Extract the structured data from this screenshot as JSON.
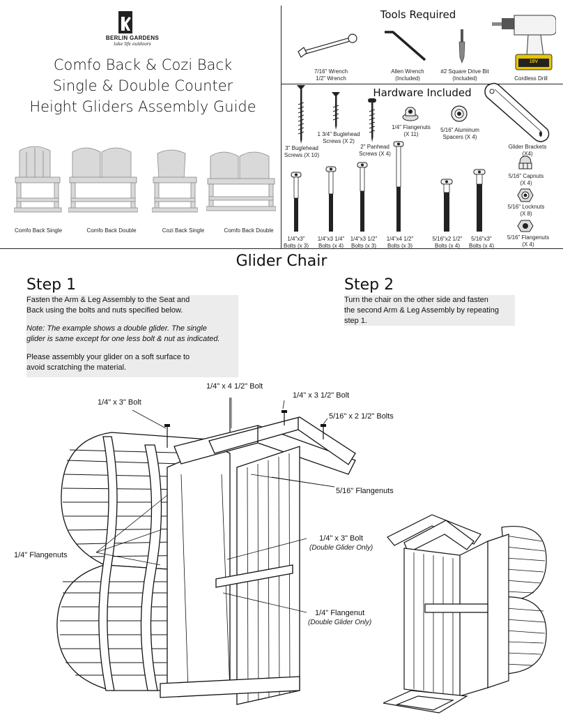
{
  "brand": {
    "name": "BERLIN GARDENS",
    "tagline": "take life outdoors"
  },
  "title": {
    "line1": "Comfo Back & Cozi Back",
    "line2": "Single & Double Counter",
    "line3": "Height Gliders Assembly Guide"
  },
  "models": [
    {
      "label": "Comfo Back Single"
    },
    {
      "label": "Comfo Back Double"
    },
    {
      "label": "Cozi Back Single"
    },
    {
      "label": "Comfo Back Double"
    }
  ],
  "tools": {
    "heading": "Tools Required",
    "items": [
      {
        "line1": "7/16\" Wrench",
        "line2": "1/2\" Wrench"
      },
      {
        "line1": "Allen Wrench",
        "line2": "(Included)"
      },
      {
        "line1": "#2 Square Drive Bit",
        "line2": "(Included)"
      },
      {
        "line1": "Cordless Drill",
        "line2": ""
      }
    ],
    "drill_badge": "18V"
  },
  "hardware": {
    "heading": "Hardware Included",
    "screw_3": {
      "line1": "3\" Buglehead",
      "line2": "Screws (X 10)"
    },
    "screw_134": {
      "line1": "1 3/4\" Buglehead",
      "line2": "Screws (X 2)"
    },
    "screw_2": {
      "line1": "2\" Panhead",
      "line2": "Screws (X 4)"
    },
    "flangenut_14": {
      "line1": "1/4\" Flangenuts",
      "line2": "(X 11)"
    },
    "spacer": {
      "line1": "5/16\" Aluminum",
      "line2": "Spacers (X 4)"
    },
    "bracket": {
      "line1": "Glider Brackets",
      "line2": "(X4)"
    },
    "capnuts": {
      "line1": "5/16\" Capnuts",
      "line2": "(X 4)"
    },
    "locknuts": {
      "line1": "5/16\" Locknuts",
      "line2": "(X 8)"
    },
    "flangenut_516": {
      "line1": "5/16\" Flangenuts",
      "line2": "(X 4)"
    },
    "bolts": [
      {
        "line1": "1/4\"x3\"",
        "line2": "Bolts (x 3)"
      },
      {
        "line1": "1/4\"x3 1/4\"",
        "line2": "Bolts (x 4)"
      },
      {
        "line1": "1/4\"x3 1/2\"",
        "line2": "Bolts (x 3)"
      },
      {
        "line1": "1/4\"x4 1/2\"",
        "line2": "Bolts (x 3)"
      },
      {
        "line1": "5/16\"x2 1/2\"",
        "line2": "Bolts (x 4)"
      },
      {
        "line1": "5/16\"x3\"",
        "line2": "Bolts (x 4)"
      }
    ]
  },
  "section_title": "Glider Chair",
  "step1": {
    "heading": "Step 1",
    "p1a": "Fasten the Arm & Leg Assembly to the Seat and",
    "p1b": "Back using the bolts and nuts specified below.",
    "note_a": "Note: The example shows a double glider. The single",
    "note_b": "glider is same except for one less bolt & nut as indicated.",
    "p3a": "Please assembly your glider on a soft surface to",
    "p3b": "avoid scratching the material."
  },
  "step2": {
    "heading": "Step 2",
    "p1": "Turn the chair on the other side and fasten",
    "p2": "the second Arm & Leg Assembly by repeating",
    "p3": "step 1."
  },
  "callouts": {
    "bolt_4_12": "1/4\" x 4 1/2\" Bolt",
    "bolt_3": "1/4\" x 3\" Bolt",
    "bolt_3_12": "1/4\" x 3 1/2\" Bolt",
    "bolts_516": "5/16\" x 2 1/2\" Bolts",
    "flangenuts_516": "5/16\" Flangenuts",
    "flangenuts_14": "1/4\" Flangenuts",
    "bolt_3_double": "1/4\" x 3\" Bolt",
    "double_only_1": "(Double Glider Only)",
    "flangenut_14": "1/4\" Flangenut",
    "double_only_2": "(Double Glider Only)"
  }
}
